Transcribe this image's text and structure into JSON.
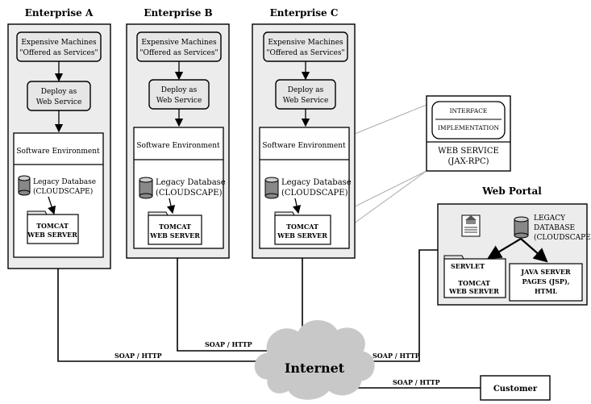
{
  "enterprises": [
    {
      "title": "Enterprise A",
      "machines_line1": "Expensive Machines",
      "machines_line2": "\"Offered as Services\"",
      "deploy_line1": "Deploy as",
      "deploy_line2": "Web Service",
      "software_env": "Software Environment",
      "db_line1": "Legacy Database",
      "db_line2": "(CLOUDSCAPE)",
      "tomcat_line1": "TOMCAT",
      "tomcat_line2": "WEB SERVER"
    },
    {
      "title": "Enterprise B",
      "machines_line1": "Expensive Machines",
      "machines_line2": "\"Offered as Services\"",
      "deploy_line1": "Deploy as",
      "deploy_line2": "Web Service",
      "software_env": "Software Environment",
      "db_line1": "Legacy Database",
      "db_line2": "(CLOUDSCAPE)",
      "tomcat_line1": "TOMCAT",
      "tomcat_line2": "WEB SERVER"
    },
    {
      "title": "Enterprise C",
      "machines_line1": "Expensive Machines",
      "machines_line2": "\"Offered as Services\"",
      "deploy_line1": "Deploy as",
      "deploy_line2": "Web Service",
      "software_env": "Software Environment",
      "db_line1": "Legacy Database",
      "db_line2": "(CLOUDSCAPE)",
      "tomcat_line1": "TOMCAT",
      "tomcat_line2": "WEB SERVER"
    }
  ],
  "webservice": {
    "interface": "INTERFACE",
    "implementation": "IMPLEMENTATION",
    "line1": "WEB SERVICE",
    "line2": "(JAX-RPC)"
  },
  "portal": {
    "title": "Web Portal",
    "db_line1": "LEGACY",
    "db_line2": "DATABASE",
    "db_line3": "(CLOUDSCAPE)",
    "servlet": "SERVLET",
    "tomcat_line1": "TOMCAT",
    "tomcat_line2": "WEB SERVER",
    "jsp_line1": "JAVA SERVER",
    "jsp_line2": "PAGES (JSP),",
    "jsp_line3": "HTML"
  },
  "links": {
    "soap_a": "SOAP / HTTP",
    "soap_b": "SOAP / HTTP",
    "soap_portal": "SOAP / HTTP",
    "soap_customer": "SOAP / HTTP"
  },
  "internet": "Internet",
  "customer": "Customer",
  "colors": {
    "box_fill": "#e6e6e6",
    "cloud": "#c8c8c8",
    "line": "#000000"
  }
}
